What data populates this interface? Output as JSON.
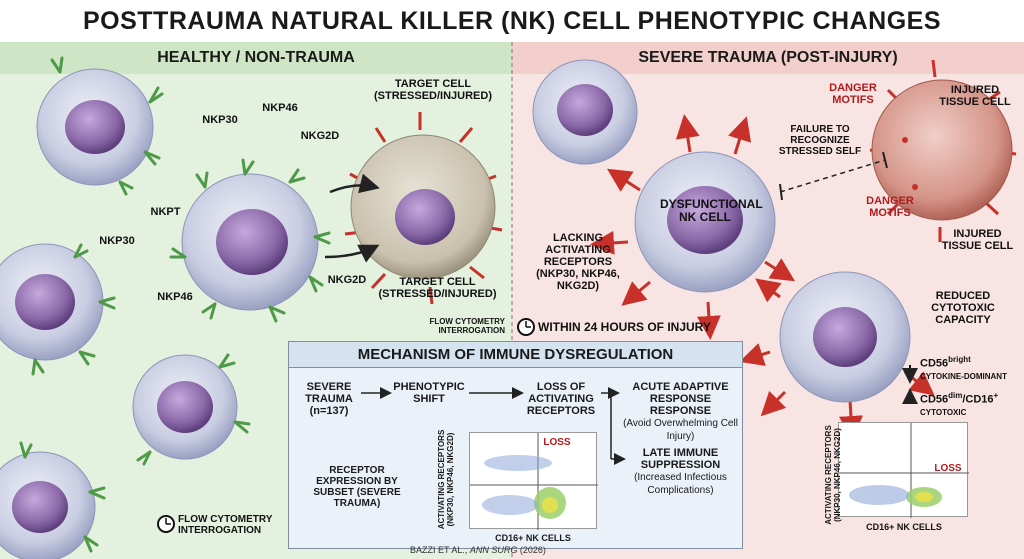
{
  "title": "POSTTRAUMA NATURAL KILLER (NK) CELL PHENOTYPIC CHANGES",
  "left_panel": {
    "header": "HEALTHY / NON-TRAUMA",
    "labels": {
      "nkp30_top": "NKP30",
      "nkp46_top": "NKP46",
      "nkg2d_top": "NKG2D",
      "nkpt": "NKPT",
      "nkp30_left": "NKP30",
      "nkp46_bottom": "NKP46",
      "nkg2d_bottom": "NKG2D",
      "target_top": "TARGET CELL (STRESSED/INJURED)",
      "target_bottom": "TARGET CELL (STRESSED/INJURED)",
      "flow_mid": "FLOW CYTOMETRY INTERROGATION",
      "flow_bottom": "FLOW CYTOMETRY INTERROGATION"
    }
  },
  "right_panel": {
    "header": "SEVERE TRAUMA (POST-INJURY)",
    "labels": {
      "danger_top": "DANGER MOTIFS",
      "injured_top": "INJURED TISSUE CELL",
      "failure": "FAILURE TO RECOGNIZE STRESSED SELF",
      "dysfunctional": "DYSFUNCTIONAL NK CELL",
      "danger_bottom": "DANGER MOTIFS",
      "injured_bottom": "INJURED TISSUE CELL",
      "lacking": "LACKING ACTIVATING RECEPTORS (NKP30, NKP46, NKG2D)",
      "within24": "WITHIN 24 HOURS OF INJURY",
      "reduced": "REDUCED CYTOTOXIC CAPACITY",
      "cd56bright": "CD56",
      "cd56bright_sup": "bright",
      "cd56bright_sub": "CYTOKINE-DOMINANT",
      "cd56dim": "CD56",
      "cd56dim_sup": "dim",
      "cd56dim_rest": "/CD16",
      "cd56dim_plus": "+",
      "cd56dim_sub": "CYTOTOXIC",
      "plot_loss": "LOSS",
      "plot_xlabel": "CD16+ NK CELLS",
      "plot_ylabel": "ACTIVATING RECEPTORS (NKP30, NKP46, NKG2D)"
    }
  },
  "mechanism": {
    "title": "MECHANISM OF IMMUNE DYSREGULATION",
    "step1": "SEVERE TRAUMA (n=137)",
    "step2": "PHENOTYPIC SHIFT",
    "step3": "LOSS OF ACTIVATING RECEPTORS",
    "step4": "ACUTE ADAPTIVE RESPONSE RESPONSE",
    "step4_sub": "(Avoid Overwhelming Cell Injury)",
    "step5": "LATE IMMUNE SUPPRESSION",
    "step5_sub": "(Increased Infectious Complications)",
    "receptor_label": "RECEPTOR EXPRESSION BY SUBSET (SEVERE TRAUMA)",
    "plot_loss": "LOSS",
    "plot_xlabel": "CD16+ NK CELLS",
    "plot_ylabel": "ACTIVATING RECEPTORS (NKP30, NKP46, NKG2D)"
  },
  "citation": {
    "authors": "BAZZI ET AL., ",
    "journal": "ANN SURG",
    "year": " (2026)"
  },
  "colors": {
    "healthy_bg": "#e4f1df",
    "trauma_bg": "#f8e4e2",
    "receptor_green": "#4e9a48",
    "arrow_red": "#c8302a",
    "nucleus_purple": "#8a68a8",
    "cell_membrane": "#b7bfd8"
  }
}
